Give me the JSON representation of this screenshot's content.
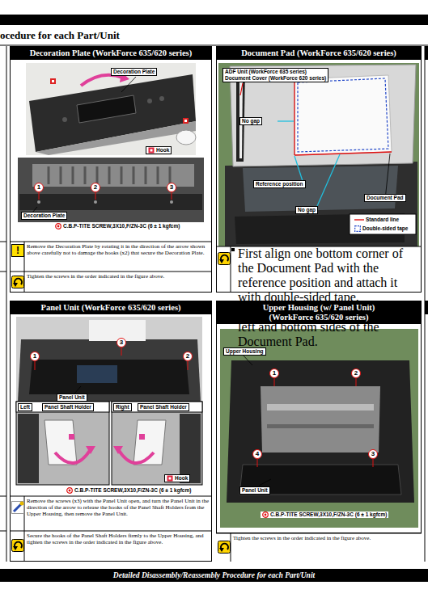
{
  "diagram": {
    "title": "ocedure for each Part/Unit",
    "nodes": [
      {
        "text": [
          "Decoration Plate (WorkForce 635/620 series)"
        ]
      },
      {
        "text": [
          "Decoration Plate"
        ],
        "in": 0
      },
      {
        "text": [
          "1"
        ],
        "in": 0
      },
      {
        "text": [
          "2"
        ],
        "in": 0
      },
      {
        "text": [
          "3"
        ],
        "in": 0
      },
      {
        "text": [
          "Decoration Plate"
        ],
        "in": 0
      },
      {
        "text": [
          "!"
        ],
        "in": 0
      },
      {
        "text": [
          "Remove the Decoration Plate by rotating it in the direction of the arrow shown above carefully not to damage the hooks (x2) that secure the Decoration Plate."
        ],
        "in": 0
      },
      {
        "text": [
          "Tighten the screws in the order indicated in the figure above."
        ],
        "in": 0
      },
      {
        "text": [
          "Document Pad (WorkForce 635/620 series)"
        ]
      },
      {
        "text": [
          "ADF Unit (WorkForce 635 series)",
          "Document Cover (WorkForce 620 series)"
        ],
        "in": 9
      },
      {
        "text": [
          "No gap"
        ],
        "in": 9
      },
      {
        "text": [
          "Reference position"
        ],
        "in": 9
      },
      {
        "text": [
          "No gap"
        ],
        "in": 9
      },
      {
        "text": [
          "Document Pad"
        ],
        "in": 9
      },
      {
        "text": [
          "First align one bottom corner of the Document Pad with the reference position and attach it with double-sided tape.",
          "Make sure there is no gap on the left and bottom sides of the Document Pad."
        ],
        "in": 9
      },
      {
        "text": [
          "Panel Unit (WorkForce 635/620 series)"
        ]
      },
      {
        "text": [
          "3"
        ],
        "in": 16
      },
      {
        "text": [
          "1"
        ],
        "in": 16
      },
      {
        "text": [
          "2"
        ],
        "in": 16
      },
      {
        "text": [
          "Panel Unit"
        ],
        "in": 16
      },
      {
        "text": [
          "Left"
        ],
        "in": 16
      },
      {
        "text": [
          "Panel Shaft Holder"
        ],
        "in": 16
      },
      {
        "text": [
          "Right"
        ],
        "in": 16
      },
      {
        "text": [
          "Panel Shaft Holder"
        ],
        "in": 16
      },
      {
        "text": [
          "Remove the screws (x3) with the Panel Unit open, and turn the Panel Unit in the direction of the arrow to release the hooks of the Panel Shaft Holders from the Upper Housing, then remove the Panel Unit."
        ],
        "in": 16
      },
      {
        "text": [
          "Secure the hooks of the Panel Shaft Holders firmly to the Upper Housing, and tighten the screws in the order indicated in the figure above."
        ],
        "in": 16
      },
      {
        "text": [
          "Upper Housing (w/ Panel Unit) (WorkForce 635/620 series)"
        ]
      },
      {
        "text": [
          "Upper Housing"
        ],
        "in": 27
      },
      {
        "text": [
          "1"
        ],
        "in": 27
      },
      {
        "text": [
          "2"
        ],
        "in": 27
      },
      {
        "text": [
          "4"
        ],
        "in": 27
      },
      {
        "text": [
          "3"
        ],
        "in": 27
      },
      {
        "text": [
          "Panel Unit"
        ],
        "in": 27
      },
      {
        "text": [
          "Tighten the screws in the order indicated in the figure above."
        ],
        "in": 27
      },
      {
        "text": [
          "Detailed Disassembly/Reassembly Procedure for each Part/Unit"
        ]
      }
    ],
    "legend": [
      {
        "text": "Hook"
      },
      {
        "text": "C.B.P-TITE SCREW,3X10,F/ZN-3C (6 ± 1 kgfcm)"
      },
      {
        "text": "Standard line"
      },
      {
        "text": "Double-sided tape"
      },
      {
        "text": "Hook"
      },
      {
        "text": "C.B.P-TITE SCREW,3X10,F/ZN-3C (6 ± 1 kgfcm)"
      },
      {
        "text": "C.B.P-TITE SCREW,3X10,F/ZN-3C (6 ± 1 kgfcm)"
      }
    ]
  }
}
